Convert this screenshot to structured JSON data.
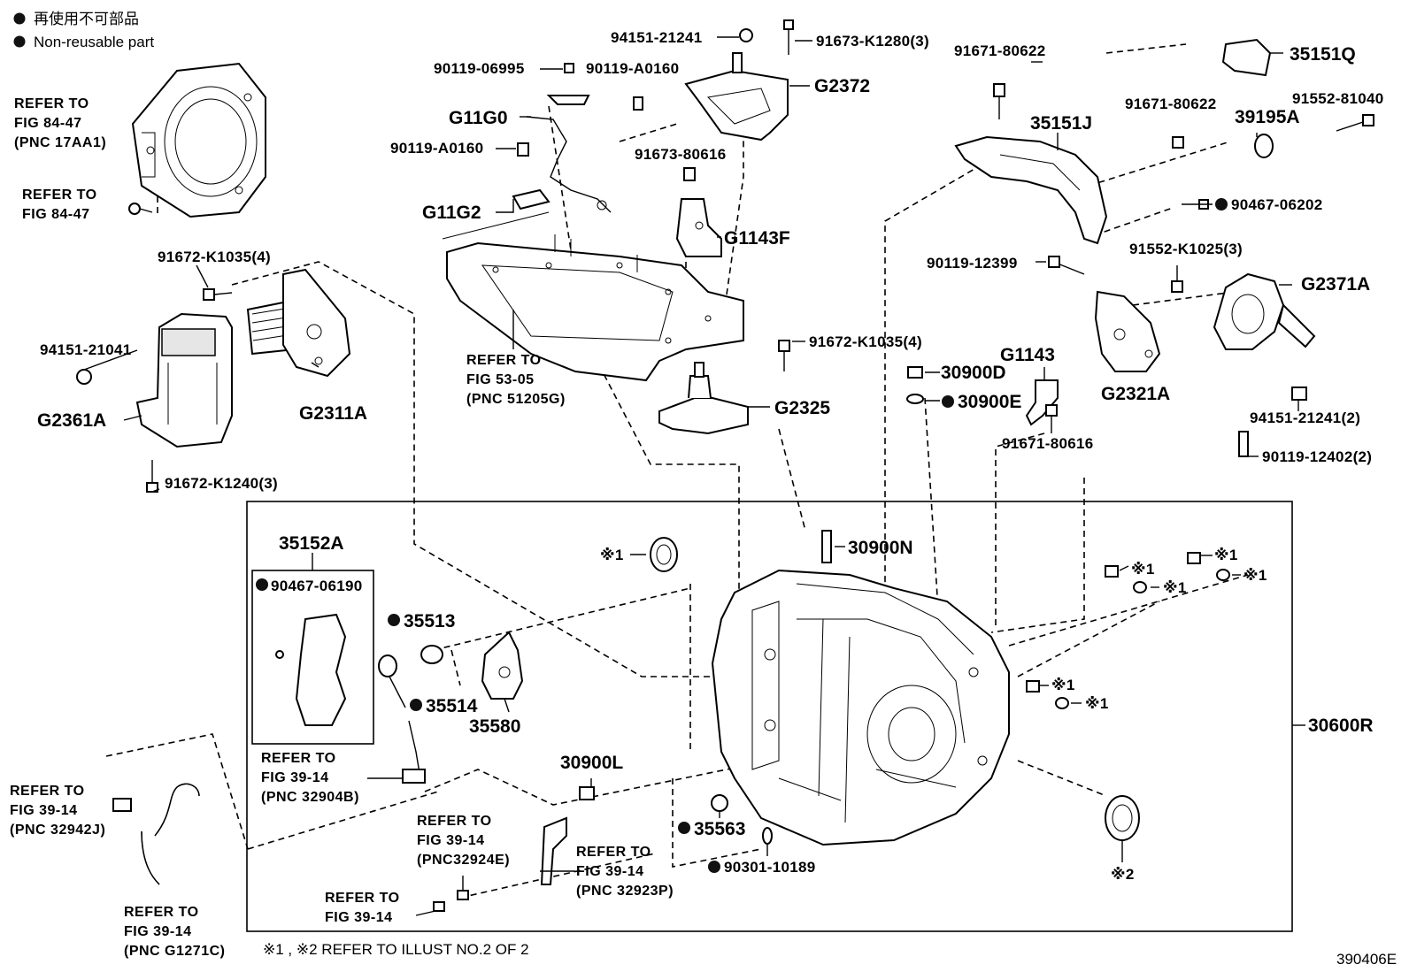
{
  "legend": {
    "line1": "再使用不可部品",
    "line2": "Non-reusable part"
  },
  "refs": {
    "r_bell": [
      "REFER TO",
      "FIG 84-47",
      "(PNC 17AA1)"
    ],
    "r_bolt": [
      "REFER TO",
      "FIG 84-47"
    ],
    "r_member": [
      "REFER TO",
      "FIG 53-05",
      "(PNC 51205G)"
    ],
    "r_hose_top": [
      "REFER TO",
      "FIG 39-14",
      "(PNC 32942J)"
    ],
    "r_hose_bot": [
      "REFER TO",
      "FIG 39-14",
      "(PNC G1271C)"
    ],
    "r_cable": [
      "REFER TO",
      "FIG 39-14",
      "(PNC 32904B)"
    ],
    "r_32924": [
      "REFER TO",
      "FIG 39-14",
      "(PNC32924E)"
    ],
    "r_32923": [
      "REFER TO",
      "FIG 39-14",
      "(PNC 32923P)"
    ],
    "r_bolt2": [
      "REFER TO",
      "FIG 39-14"
    ]
  },
  "parts": {
    "p94151_21241": "94151-21241",
    "p91673_K1280": "91673-K1280(3)",
    "pG2372": "G2372",
    "p90119_06995": "90119-06995",
    "p90119_A0160a": "90119-A0160",
    "pG11G0": "G11G0",
    "p90119_A0160b": "90119-A0160",
    "pG11G2": "G11G2",
    "p91673_80616": "91673-80616",
    "pG1143F": "G1143F",
    "p91671_80622a": "91671-80622",
    "p35151J": "35151J",
    "p35151Q": "35151Q",
    "p91671_80622b": "91671-80622",
    "p39195A": "39195A",
    "p91552_81040": "91552-81040",
    "p90467_06202": "90467-06202",
    "p90119_12399": "90119-12399",
    "p91552_K1025": "91552-K1025(3)",
    "pG2371A": "G2371A",
    "pG2321A": "G2321A",
    "p94151_21241_2": "94151-21241(2)",
    "p90119_12402": "90119-12402(2)",
    "p91672_K1035_4a": "91672-K1035(4)",
    "p94151_21041": "94151-21041",
    "pG2311A": "G2311A",
    "pG2361A": "G2361A",
    "p91672_K1240": "91672-K1240(3)",
    "p91672_K1035_4b": "91672-K1035(4)",
    "pG2325": "G2325",
    "p30900D": "30900D",
    "p30900E": "30900E",
    "pG1143": "G1143",
    "p91671_80616": "91671-80616",
    "p35152A": "35152A",
    "p90467_06190": "90467-06190",
    "p35513": "35513",
    "p35514": "35514",
    "p35580": "35580",
    "p30900N": "30900N",
    "p30900L": "30900L",
    "p35563": "35563",
    "p90301_10189": "90301-10189",
    "p30600R": "30600R"
  },
  "marks": {
    "m1a": "※1",
    "m1b": "※1",
    "m1c": "※1",
    "m1d": "※1",
    "m1e": "※1",
    "m1f": "※1",
    "m1g": "※1",
    "m2": "※2"
  },
  "footnote": "※1 , ※2  REFER TO ILLUST NO.2 OF 2",
  "diagram_id": "390406E"
}
